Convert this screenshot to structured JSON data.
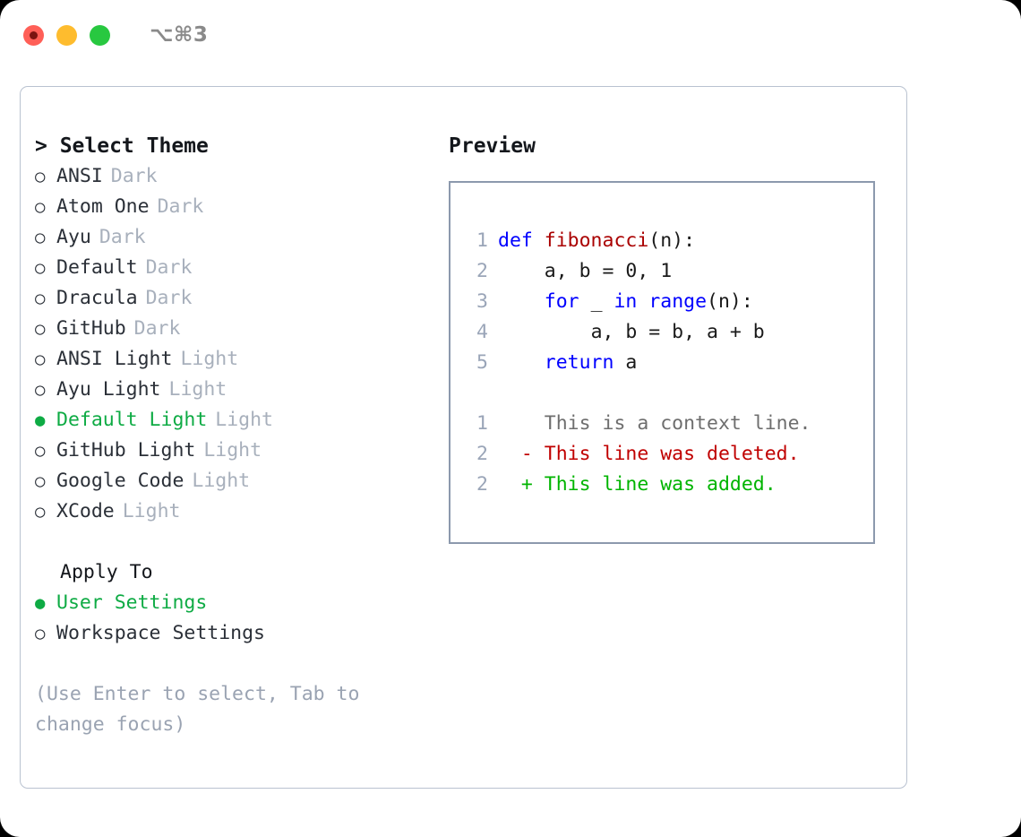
{
  "window": {
    "shortcut": "⌥⌘3",
    "traffic_lights": [
      {
        "name": "close",
        "color": "#ff5f57"
      },
      {
        "name": "minimize",
        "color": "#febc2e"
      },
      {
        "name": "zoom",
        "color": "#28c840"
      }
    ]
  },
  "theme_panel": {
    "heading": "> Select Theme",
    "marker_selected": "●",
    "marker_unselected": "○",
    "accent_color": "#0eab44",
    "items": [
      {
        "marker": "○",
        "label": "ANSI",
        "badge": "Dark",
        "selected": false
      },
      {
        "marker": "○",
        "label": "Atom One",
        "badge": "Dark",
        "selected": false
      },
      {
        "marker": "○",
        "label": "Ayu",
        "badge": "Dark",
        "selected": false
      },
      {
        "marker": "○",
        "label": "Default",
        "badge": "Dark",
        "selected": false
      },
      {
        "marker": "○",
        "label": "Dracula",
        "badge": "Dark",
        "selected": false
      },
      {
        "marker": "○",
        "label": "GitHub",
        "badge": "Dark",
        "selected": false
      },
      {
        "marker": "○",
        "label": "ANSI Light",
        "badge": "Light",
        "selected": false
      },
      {
        "marker": "○",
        "label": "Ayu Light",
        "badge": "Light",
        "selected": false
      },
      {
        "marker": "●",
        "label": "Default Light",
        "badge": "Light",
        "selected": true
      },
      {
        "marker": "○",
        "label": "GitHub Light",
        "badge": "Light",
        "selected": false
      },
      {
        "marker": "○",
        "label": "Google Code",
        "badge": "Light",
        "selected": false
      },
      {
        "marker": "○",
        "label": "XCode",
        "badge": "Light",
        "selected": false
      }
    ]
  },
  "apply_to": {
    "heading": "Apply To",
    "items": [
      {
        "marker": "●",
        "label": "User Settings",
        "selected": true
      },
      {
        "marker": "○",
        "label": "Workspace Settings",
        "selected": false
      }
    ]
  },
  "hint": "(Use Enter to select, Tab to change focus)",
  "preview": {
    "heading": "Preview",
    "code_lines": [
      {
        "num": "1",
        "indent": "",
        "tokens": [
          {
            "t": "def ",
            "c": "kw"
          },
          {
            "t": "fibonacci",
            "c": "fn"
          },
          {
            "t": "(n):",
            "c": "pl"
          }
        ]
      },
      {
        "num": "2",
        "indent": "    ",
        "tokens": [
          {
            "t": "a, b = 0, 1",
            "c": "pl"
          }
        ]
      },
      {
        "num": "3",
        "indent": "    ",
        "tokens": [
          {
            "t": "for",
            "c": "kw"
          },
          {
            "t": " _ ",
            "c": "pl"
          },
          {
            "t": "in ",
            "c": "kw"
          },
          {
            "t": "range",
            "c": "kw"
          },
          {
            "t": "(n):",
            "c": "pl"
          }
        ]
      },
      {
        "num": "4",
        "indent": "        ",
        "tokens": [
          {
            "t": "a, b = b, a + b",
            "c": "pl"
          }
        ]
      },
      {
        "num": "5",
        "indent": "    ",
        "tokens": [
          {
            "t": "return",
            "c": "kw"
          },
          {
            "t": " a",
            "c": "pl"
          }
        ]
      }
    ],
    "diff_lines": [
      {
        "num": "1",
        "sign": "  ",
        "text": "This is a context line.",
        "kind": "ctx"
      },
      {
        "num": "2",
        "sign": "- ",
        "text": "This line was deleted.",
        "kind": "del"
      },
      {
        "num": "2",
        "sign": "+ ",
        "text": "This line was added.",
        "kind": "add"
      }
    ],
    "colors": {
      "keyword": "#0000ff",
      "function": "#aa0000",
      "plain": "#1a1a1a",
      "line_number": "#9aa5b8",
      "context": "#6e6e6e",
      "deleted": "#c00000",
      "added": "#00b400",
      "border": "#8c99ad"
    }
  }
}
